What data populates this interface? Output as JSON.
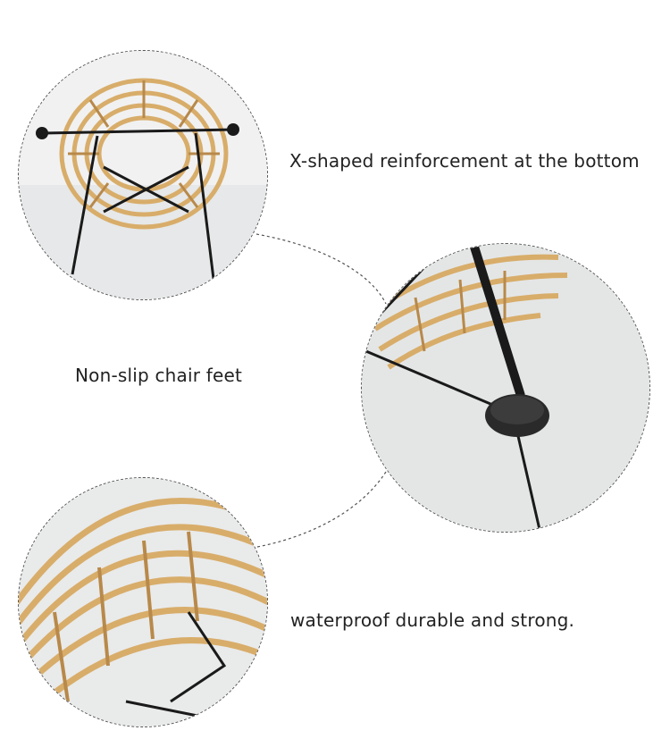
{
  "captions": {
    "x_reinforcement": "X-shaped reinforcement at the bottom",
    "non_slip": "Non-slip chair feet",
    "waterproof": "waterproof durable and strong."
  },
  "colors": {
    "rattan": "#d8ad6a",
    "rattan_dark": "#b8894a",
    "metal": "#1a1a1a",
    "floor": "#e2e4e4",
    "wall": "#f2f2f2",
    "dashed_border": "#555555",
    "text": "#222222"
  }
}
